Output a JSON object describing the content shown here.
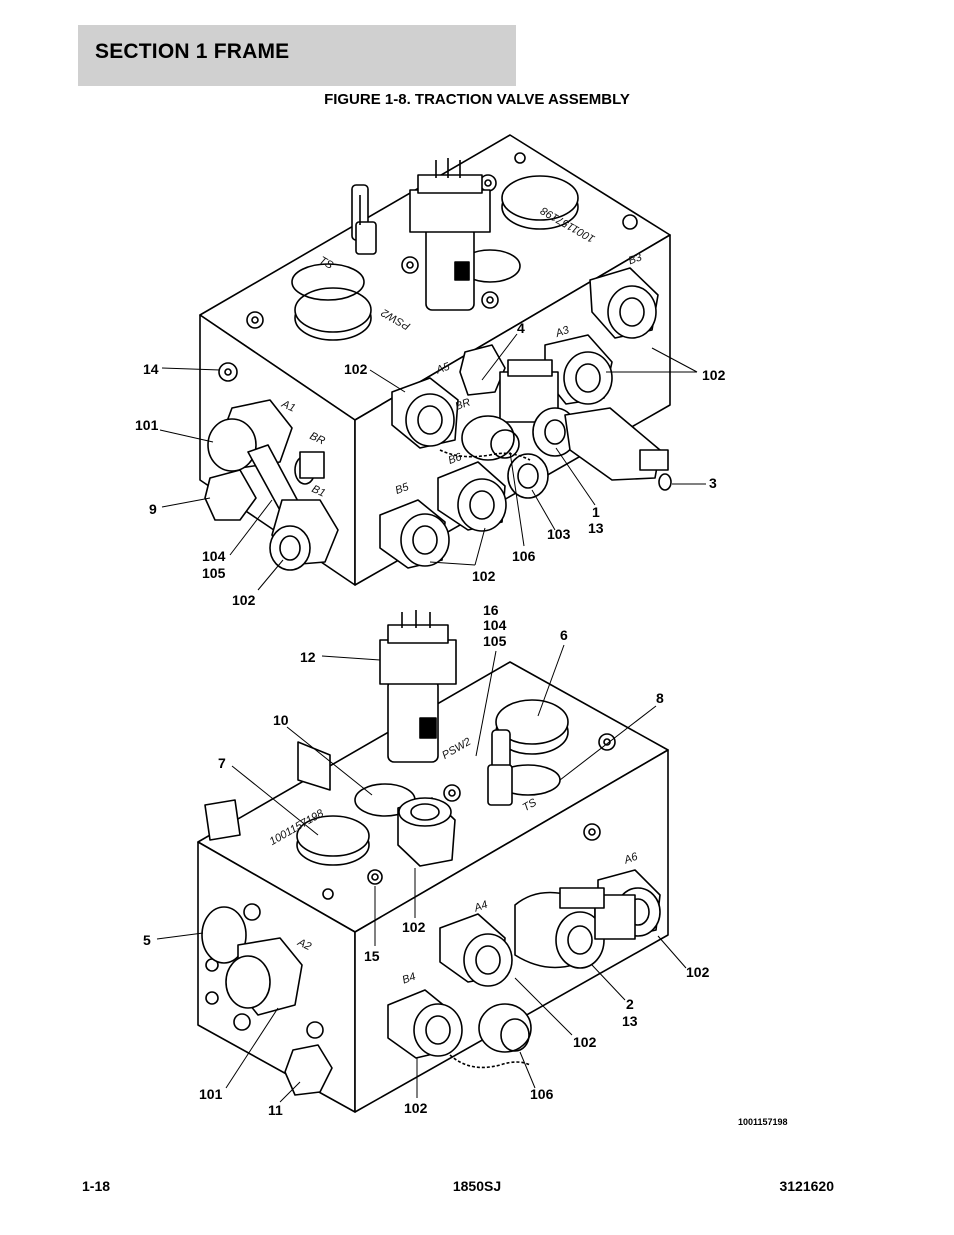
{
  "header": {
    "section": "SECTION 1  FRAME"
  },
  "figure": {
    "title": "FIGURE 1-8. TRACTION VALVE ASSEMBLY"
  },
  "engravings": {
    "top": {
      "ts": "TS",
      "part_no": "1001157198",
      "psw2": "PSW2",
      "b3": "B3",
      "a3": "A3",
      "a5": "A5",
      "br_right": "BR",
      "b6": "B6",
      "b5": "B5",
      "a1": "A1",
      "br_left": "BR",
      "b1": "B1"
    },
    "bottom": {
      "psw2": "PSW2",
      "ts": "TS",
      "part_no": "1001157198",
      "a2": "A2",
      "a4": "A4",
      "a6": "A6",
      "b4": "B4"
    }
  },
  "callouts": {
    "top": {
      "c14": "14",
      "c101": "101",
      "c9": "9",
      "c104": "104",
      "c105": "105",
      "c102_left": "102",
      "c102_a5": "102",
      "c4": "4",
      "c102_right": "102",
      "c3": "3",
      "c1": "1",
      "c13": "13",
      "c103": "103",
      "c106": "106",
      "c102_bottom": "102"
    },
    "bottom": {
      "c16": "16",
      "c104": "104",
      "c105": "105",
      "c6": "6",
      "c12": "12",
      "c8": "8",
      "c10": "10",
      "c7": "7",
      "c5": "5",
      "c15": "15",
      "c102_a": "102",
      "c102_b": "102",
      "c2": "2",
      "c13": "13",
      "c102_c": "102",
      "c101": "101",
      "c11": "11",
      "c102_d": "102",
      "c106": "106"
    }
  },
  "drawing_number": "1001157198",
  "footer": {
    "page": "1-18",
    "model": "1850SJ",
    "doc_number": "3121620"
  }
}
